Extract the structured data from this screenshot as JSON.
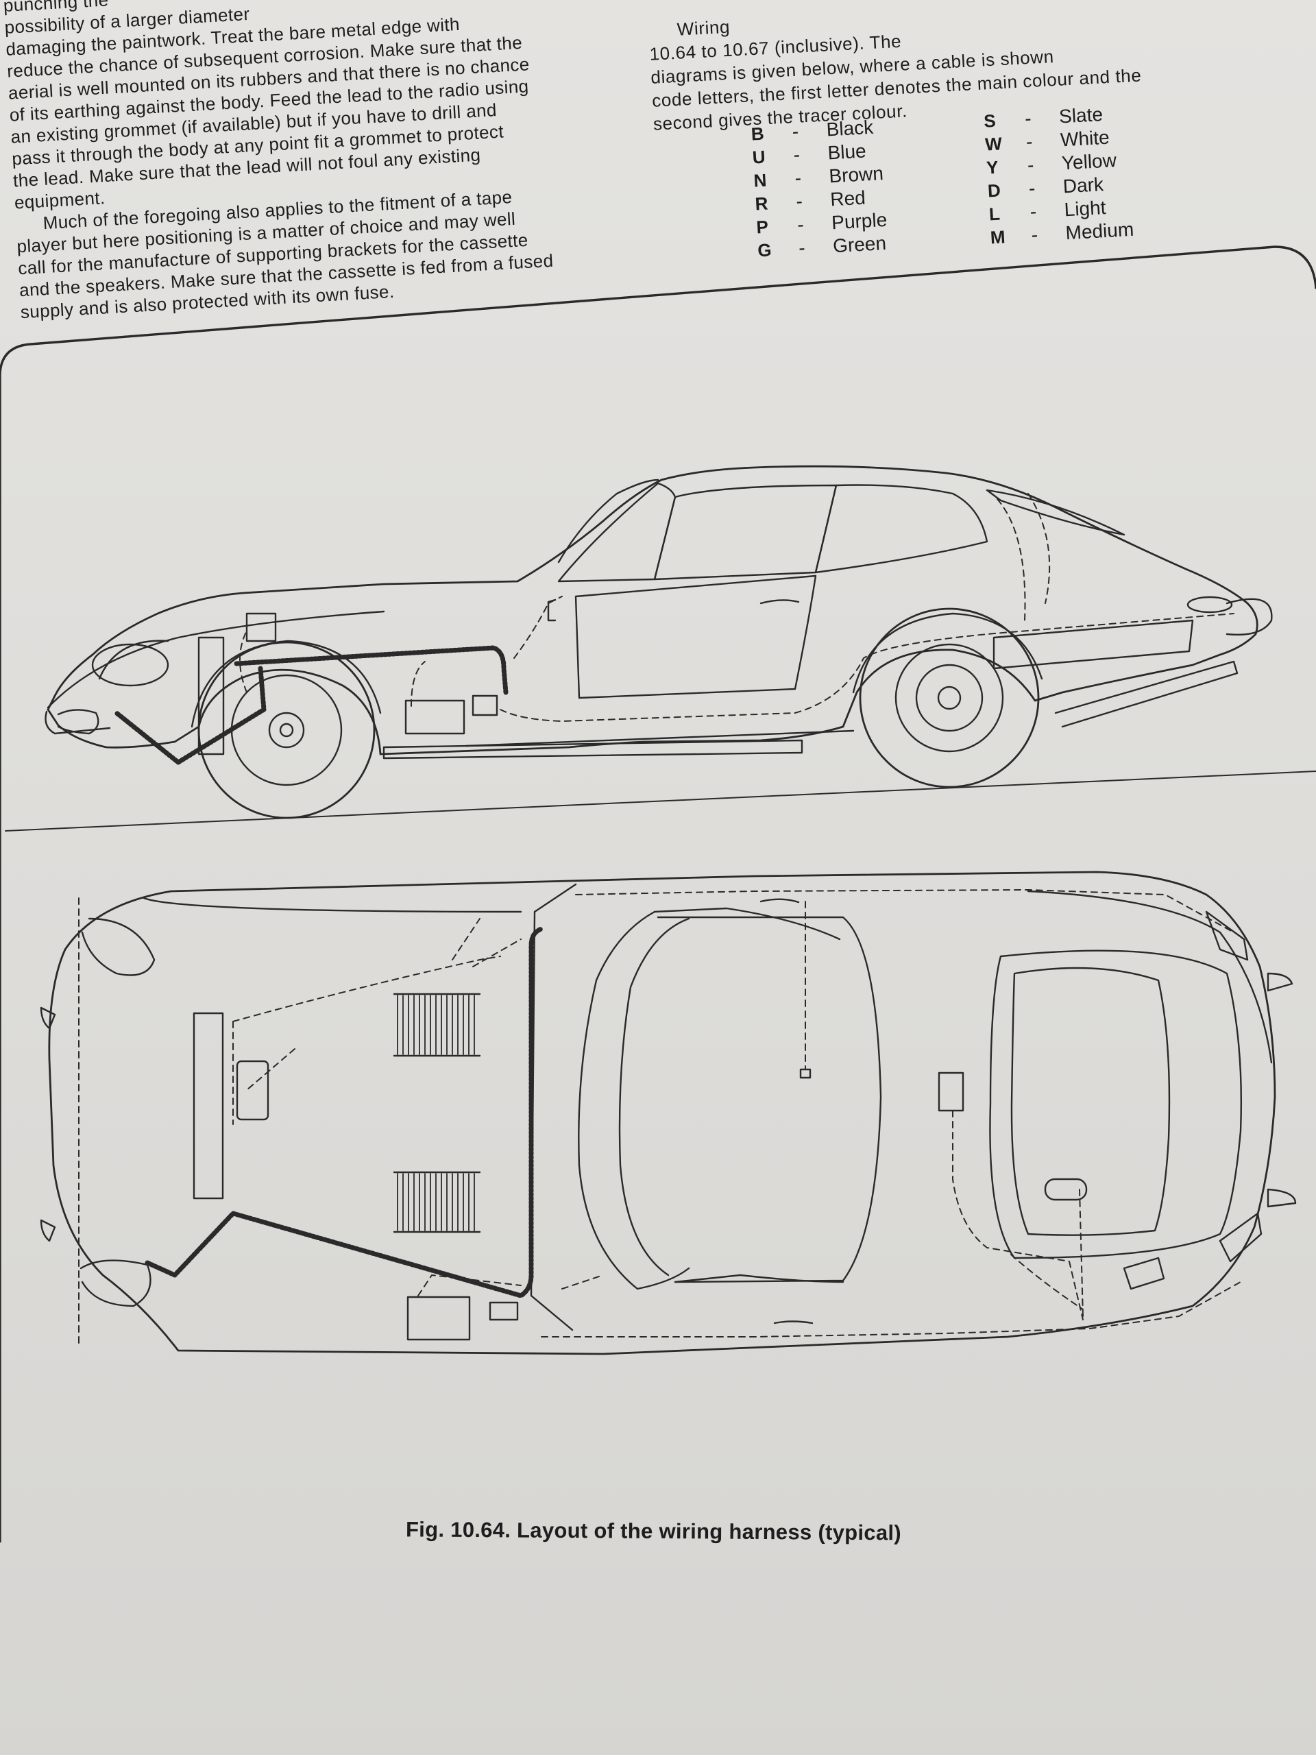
{
  "left_column": {
    "lines": [
      "punching the",
      "possibility of a larger diameter",
      "damaging the paintwork. Treat the bare metal edge with",
      "reduce the chance of subsequent corrosion. Make sure that the",
      "aerial is well mounted on its rubbers and that there is no chance",
      "of its earthing against the body. Feed the lead to the radio using",
      "an existing grommet (if available) but if you have to drill and",
      "pass it through the body at any point fit a grommet to protect",
      "the lead. Make sure that the lead will not foul any existing",
      "equipment.",
      "Much of the foregoing also applies to the fitment of a tape",
      "player but here positioning is a matter of choice and may well",
      "call for the manufacture of supporting brackets for the cassette",
      "and the speakers. Make sure that the cassette is fed from a fused",
      "supply and is also protected with its own fuse."
    ]
  },
  "right_column": {
    "lines": [
      "Wiring",
      "10.64 to 10.67 (inclusive). The",
      "diagrams is given below, where a cable is shown",
      "code letters, the first letter denotes the main colour and the",
      "second gives the tracer colour."
    ]
  },
  "colour_codes": {
    "left": [
      {
        "code": "B",
        "colour": "Black"
      },
      {
        "code": "U",
        "colour": "Blue"
      },
      {
        "code": "N",
        "colour": "Brown"
      },
      {
        "code": "R",
        "colour": "Red"
      },
      {
        "code": "P",
        "colour": "Purple"
      },
      {
        "code": "G",
        "colour": "Green"
      }
    ],
    "right": [
      {
        "code": "S",
        "colour": "Slate"
      },
      {
        "code": "W",
        "colour": "White"
      },
      {
        "code": "Y",
        "colour": "Yellow"
      },
      {
        "code": "D",
        "colour": "Dark"
      },
      {
        "code": "L",
        "colour": "Light"
      },
      {
        "code": "M",
        "colour": "Medium"
      }
    ],
    "separator": "-"
  },
  "figure": {
    "caption": "Fig. 10.64. Layout of the wiring harness (typical)"
  }
}
